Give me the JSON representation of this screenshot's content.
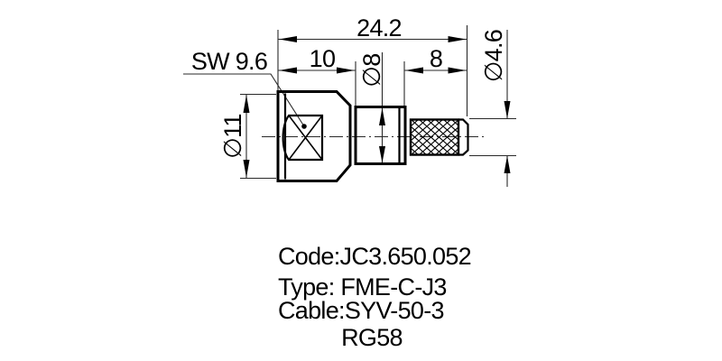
{
  "drawing": {
    "dims": {
      "overall_length": "24.2",
      "hex_length": "10",
      "sleeve_length": "8",
      "body_diameter": "∅8",
      "sleeve_diameter": "∅4.6",
      "flange_diameter": "∅11",
      "wrench_size": "SW 9.6"
    },
    "notes": {
      "code": "Code:JC3.650.052",
      "type": "Type: FME-C-J3",
      "cable": "Cable:SYV-50-3",
      "cable_alt": "RG58"
    },
    "colors": {
      "line": "#000000",
      "dim_line": "#2a2a2a",
      "background": "#ffffff"
    }
  }
}
